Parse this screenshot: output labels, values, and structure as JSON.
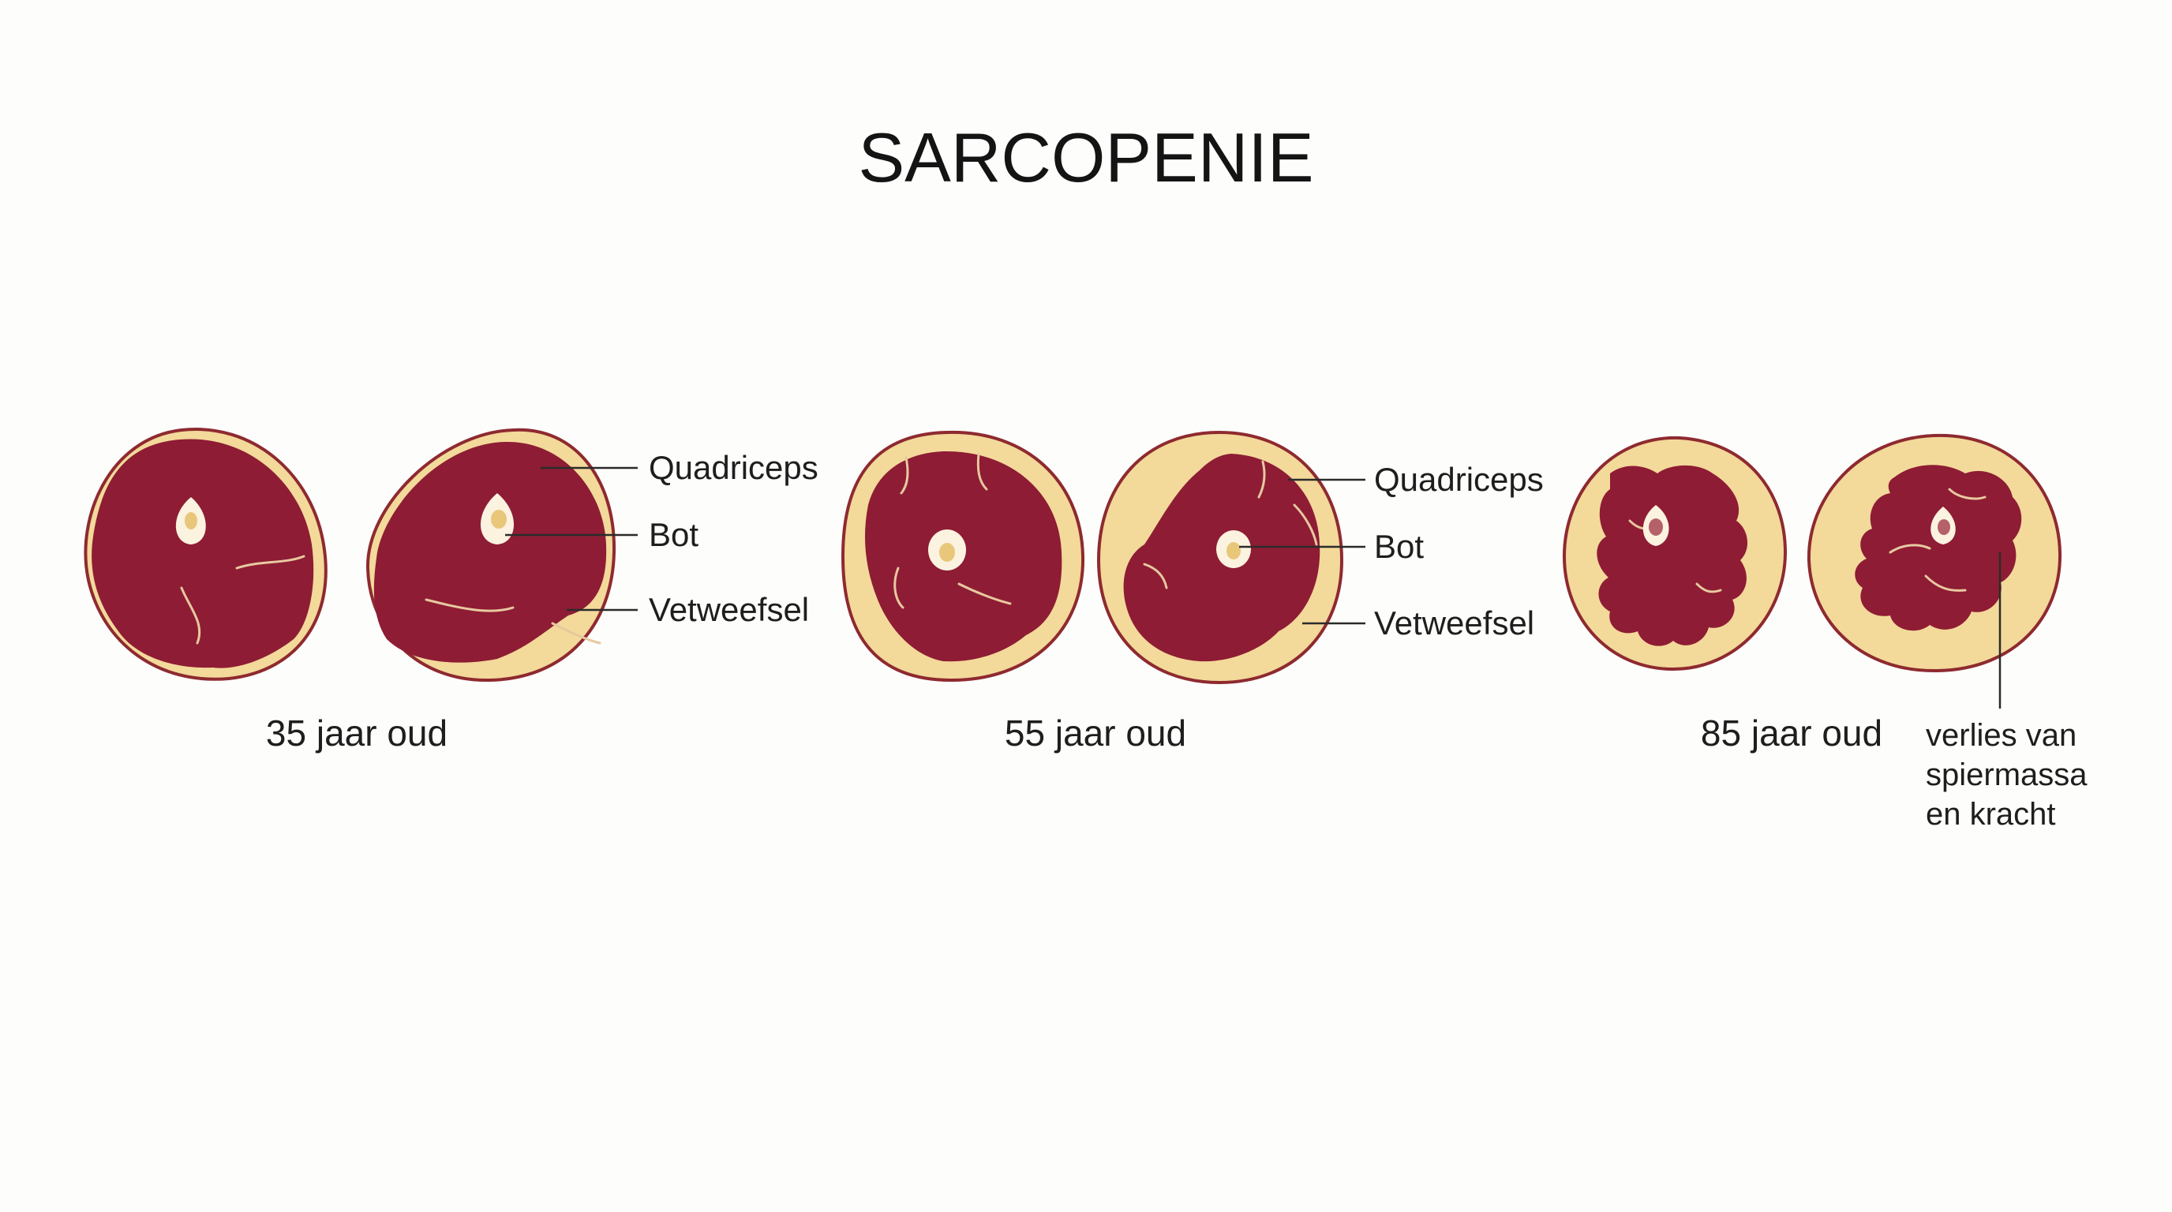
{
  "title": "SARCOPENIE",
  "labels": {
    "quadriceps": "Quadriceps",
    "bone": "Bot",
    "fat": "Vetweefsel"
  },
  "groups": [
    {
      "age_label": "35 jaar oud"
    },
    {
      "age_label": "55 jaar oud"
    },
    {
      "age_label": "85 jaar oud"
    }
  ],
  "note": {
    "lines": [
      "verlies van",
      "spiermassa",
      "en kracht"
    ]
  },
  "colors": {
    "fat_tissue": "#f3d99a",
    "muscle": "#8e1c34",
    "outline": "#8e2a30",
    "bone": "#fbf2e0",
    "marrow": "#e9c77a"
  }
}
